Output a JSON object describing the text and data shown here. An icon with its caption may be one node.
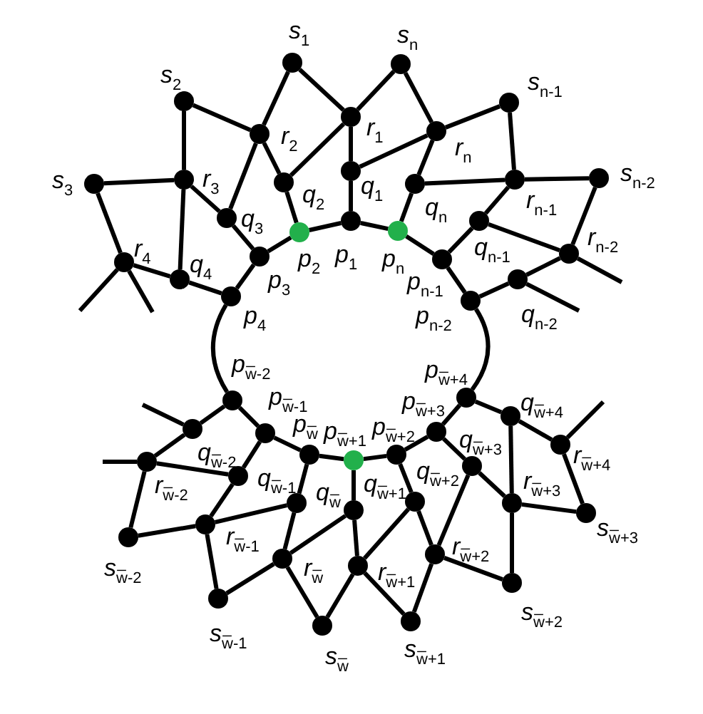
{
  "diagram": {
    "nodes": [
      {
        "text": [
          "*s*$_{1}$"
        ]
      },
      {
        "text": [
          "*s*$_{n}$"
        ]
      },
      {
        "text": [
          "*s*$_{2}$"
        ]
      },
      {
        "text": [
          "*s*$_{n-1}$"
        ]
      },
      {
        "text": [
          "*r*$_{1}$"
        ]
      },
      {
        "text": [
          "*r*$_{n}$"
        ]
      },
      {
        "text": [
          "*r*$_{2}$"
        ]
      },
      {
        "text": [
          "*q*$_{1}$"
        ]
      },
      {
        "text": [
          "*s*$_{n-2}$"
        ]
      },
      {
        "text": [
          "*r*$_{3}$"
        ]
      },
      {
        "text": [
          "*r*$_{n-1}$"
        ]
      },
      {
        "text": [
          "*s*$_{3}$"
        ]
      },
      {
        "text": [
          "*q*$_{2}$"
        ]
      },
      {
        "text": [
          "*q*$_{n}$"
        ]
      },
      {
        "text": [
          "*q*$_{3}$"
        ]
      },
      {
        "text": [
          "*p*$_{1}$"
        ]
      },
      {
        "text": [
          "*q*$_{n-1}$"
        ]
      },
      {
        "text": [
          "*p*$_{2}$"
        ]
      },
      {
        "text": [
          "*p*$_{n}$"
        ]
      },
      {
        "text": [
          "*r*$_{n-2}$"
        ]
      },
      {
        "text": [
          "*p*$_{3}$"
        ]
      },
      {
        "text": [
          "*p*$_{n-1}$"
        ]
      },
      {
        "text": [
          "*r*$_{4}$"
        ]
      },
      {
        "text": [
          "*q*$_{4}$"
        ]
      },
      {
        "text": [
          "*q*$_{n-2}$"
        ]
      },
      {
        "text": [
          "*p*$_{4}$"
        ]
      },
      {
        "text": [
          "*p*$_{n-2}$"
        ]
      },
      {
        "text": [
          "*p*$_{w̅-2}$"
        ]
      },
      {
        "text": [
          "*p*$_{w̅+4}$"
        ]
      },
      {
        "text": [
          "*q*$_{w̅+4}$"
        ]
      },
      {
        "text": [
          "*p*$_{w̅-1}$"
        ]
      },
      {
        "text": [
          "*q*$_{w̅-2}$"
        ]
      },
      {
        "text": [
          "*p*$_{w̅+3}$"
        ]
      },
      {
        "text": [
          "*r*$_{w̅+4}$"
        ]
      },
      {
        "text": [
          "*p*$_{w̅}$"
        ]
      },
      {
        "text": [
          "*p*$_{w̅+1}$"
        ]
      },
      {
        "text": [
          "*p*$_{w̅+2}$"
        ]
      },
      {
        "text": [
          "*r*$_{w̅-2}$"
        ]
      },
      {
        "text": [
          "*q*$_{w̅+3}$"
        ]
      },
      {
        "text": [
          "*q*$_{w̅-1}$"
        ]
      },
      {
        "text": [
          "*q*$_{w̅}$"
        ]
      },
      {
        "text": [
          "*q*$_{w̅+1}$"
        ]
      },
      {
        "text": [
          "*q*$_{w̅+2}$"
        ]
      },
      {
        "text": [
          "*r*$_{w̅+3}$"
        ]
      },
      {
        "text": [
          "*s*$_{w̅+3}$"
        ]
      },
      {
        "text": [
          "*r*$_{w̅-1}$"
        ]
      },
      {
        "text": [
          "*s*$_{w̅-2}$"
        ]
      },
      {
        "text": [
          "*r*$_{w̅+2}$"
        ]
      },
      {
        "text": [
          "*r*$_{w̅}$"
        ]
      },
      {
        "text": [
          "*r*$_{w̅+1}$"
        ]
      },
      {
        "text": [
          "*s*$_{w̅+2}$"
        ]
      },
      {
        "text": [
          "*s*$_{w̅+1}$"
        ]
      },
      {
        "text": [
          "*s*$_{w̅-1}$"
        ]
      },
      {
        "text": [
          "*s*$_{w̅}$"
        ]
      }
    ],
    "edges": [
      {
        "from": 4,
        "to": 0,
        "arrow": "none"
      },
      {
        "from": 4,
        "to": 1,
        "arrow": "none"
      },
      {
        "from": 4,
        "to": 7,
        "arrow": "none"
      },
      {
        "from": 4,
        "to": 12,
        "arrow": "none"
      },
      {
        "from": 0,
        "to": 6,
        "arrow": "none"
      },
      {
        "from": 1,
        "to": 5,
        "arrow": "none"
      },
      {
        "from": 5,
        "to": 3,
        "arrow": "none"
      },
      {
        "from": 5,
        "to": 7,
        "arrow": "none"
      },
      {
        "from": 5,
        "to": 13,
        "arrow": "none"
      },
      {
        "from": 3,
        "to": 10,
        "arrow": "none"
      },
      {
        "from": 13,
        "to": 10,
        "arrow": "none"
      },
      {
        "from": 10,
        "to": 8,
        "arrow": "none"
      },
      {
        "from": 10,
        "to": 16,
        "arrow": "none"
      },
      {
        "from": 8,
        "to": 19,
        "arrow": "none"
      },
      {
        "from": 16,
        "to": 19,
        "arrow": "none"
      },
      {
        "from": 24,
        "to": 19,
        "arrow": "none"
      },
      {
        "from": 7,
        "to": 15,
        "arrow": "none"
      },
      {
        "from": 15,
        "to": 17,
        "arrow": "none"
      },
      {
        "from": 15,
        "to": 18,
        "arrow": "none"
      },
      {
        "from": 13,
        "to": 18,
        "arrow": "none"
      },
      {
        "from": 18,
        "to": 21,
        "arrow": "none"
      },
      {
        "from": 16,
        "to": 21,
        "arrow": "none"
      },
      {
        "from": 21,
        "to": 26,
        "arrow": "none"
      },
      {
        "from": 26,
        "to": 24,
        "arrow": "none"
      },
      {
        "from": 6,
        "to": 2,
        "arrow": "none"
      },
      {
        "from": 6,
        "to": 12,
        "arrow": "none"
      },
      {
        "from": 6,
        "to": 14,
        "arrow": "none"
      },
      {
        "from": 12,
        "to": 17,
        "arrow": "none"
      },
      {
        "from": 2,
        "to": 9,
        "arrow": "none"
      },
      {
        "from": 9,
        "to": 11,
        "arrow": "none"
      },
      {
        "from": 9,
        "to": 14,
        "arrow": "none"
      },
      {
        "from": 9,
        "to": 23,
        "arrow": "none"
      },
      {
        "from": 14,
        "to": 20,
        "arrow": "none"
      },
      {
        "from": 17,
        "to": 20,
        "arrow": "none"
      },
      {
        "from": 20,
        "to": 25,
        "arrow": "none"
      },
      {
        "from": 23,
        "to": 25,
        "arrow": "none"
      },
      {
        "from": 23,
        "to": 22,
        "arrow": "none"
      },
      {
        "from": 11,
        "to": 22,
        "arrow": "none"
      },
      {
        "from": 22,
        "to": null,
        "arrow": "none"
      },
      {
        "from": 22,
        "to": null,
        "arrow": "none"
      },
      {
        "from": 19,
        "to": null,
        "arrow": "none"
      },
      {
        "from": 24,
        "to": null,
        "arrow": "none"
      },
      {
        "from": 25,
        "to": 27,
        "arrow": "none"
      },
      {
        "from": 26,
        "to": 28,
        "arrow": "none"
      },
      {
        "from": 27,
        "to": 31,
        "arrow": "none"
      },
      {
        "from": 27,
        "to": 30,
        "arrow": "none"
      },
      {
        "from": 31,
        "to": 37,
        "arrow": "none"
      },
      {
        "from": 31,
        "to": null,
        "arrow": "none"
      },
      {
        "from": 37,
        "to": null,
        "arrow": "none"
      },
      {
        "from": 37,
        "to": 39,
        "arrow": "none"
      },
      {
        "from": 37,
        "to": 46,
        "arrow": "none"
      },
      {
        "from": 30,
        "to": 39,
        "arrow": "none"
      },
      {
        "from": 30,
        "to": 34,
        "arrow": "none"
      },
      {
        "from": 39,
        "to": 45,
        "arrow": "none"
      },
      {
        "from": 45,
        "to": 46,
        "arrow": "none"
      },
      {
        "from": 45,
        "to": 40,
        "arrow": "none"
      },
      {
        "from": 45,
        "to": 52,
        "arrow": "none"
      },
      {
        "from": 34,
        "to": 40,
        "arrow": "none"
      },
      {
        "from": 34,
        "to": 35,
        "arrow": "none"
      },
      {
        "from": 40,
        "to": 48,
        "arrow": "none"
      },
      {
        "from": 48,
        "to": 52,
        "arrow": "none"
      },
      {
        "from": 48,
        "to": 53,
        "arrow": "none"
      },
      {
        "from": 48,
        "to": 41,
        "arrow": "none"
      },
      {
        "from": 53,
        "to": 49,
        "arrow": "none"
      },
      {
        "from": 35,
        "to": 41,
        "arrow": "none"
      },
      {
        "from": 35,
        "to": 36,
        "arrow": "none"
      },
      {
        "from": 41,
        "to": 49,
        "arrow": "none"
      },
      {
        "from": 49,
        "to": 51,
        "arrow": "none"
      },
      {
        "from": 49,
        "to": 42,
        "arrow": "none"
      },
      {
        "from": 36,
        "to": 42,
        "arrow": "none"
      },
      {
        "from": 36,
        "to": 32,
        "arrow": "none"
      },
      {
        "from": 42,
        "to": 47,
        "arrow": "none"
      },
      {
        "from": 47,
        "to": 38,
        "arrow": "none"
      },
      {
        "from": 47,
        "to": 51,
        "arrow": "none"
      },
      {
        "from": 47,
        "to": 50,
        "arrow": "none"
      },
      {
        "from": 32,
        "to": 38,
        "arrow": "none"
      },
      {
        "from": 32,
        "to": 28,
        "arrow": "none"
      },
      {
        "from": 38,
        "to": 43,
        "arrow": "none"
      },
      {
        "from": 28,
        "to": 29,
        "arrow": "none"
      },
      {
        "from": 29,
        "to": 43,
        "arrow": "none"
      },
      {
        "from": 29,
        "to": 33,
        "arrow": "none"
      },
      {
        "from": 33,
        "to": null,
        "arrow": "none"
      },
      {
        "from": 43,
        "to": 44,
        "arrow": "none"
      },
      {
        "from": 43,
        "to": 50,
        "arrow": "none"
      },
      {
        "from": 33,
        "to": 44,
        "arrow": "none"
      }
    ]
  }
}
